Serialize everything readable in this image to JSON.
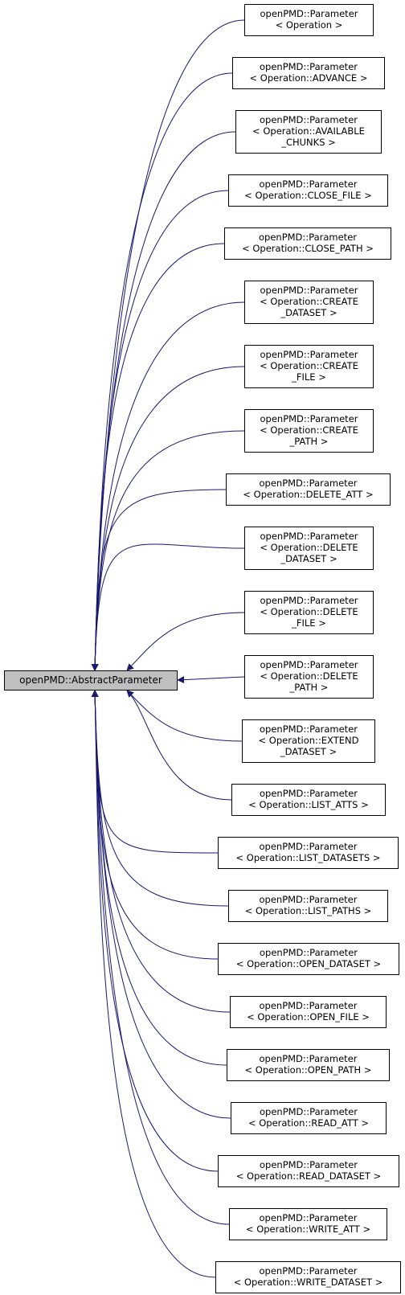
{
  "colors": {
    "edge": "#191970",
    "base_fill": "#bfbfbf",
    "node_fill": "#ffffff",
    "border": "#000000"
  },
  "base": {
    "label": "openPMD::AbstractParameter"
  },
  "children": [
    {
      "lines": [
        "openPMD::Parameter",
        "< Operation >"
      ]
    },
    {
      "lines": [
        "openPMD::Parameter",
        "< Operation::ADVANCE >"
      ]
    },
    {
      "lines": [
        "openPMD::Parameter",
        "< Operation::AVAILABLE",
        "_CHUNKS >"
      ]
    },
    {
      "lines": [
        "openPMD::Parameter",
        "< Operation::CLOSE_FILE >"
      ]
    },
    {
      "lines": [
        "openPMD::Parameter",
        "< Operation::CLOSE_PATH >"
      ]
    },
    {
      "lines": [
        "openPMD::Parameter",
        "< Operation::CREATE",
        "_DATASET >"
      ]
    },
    {
      "lines": [
        "openPMD::Parameter",
        "< Operation::CREATE",
        "_FILE >"
      ]
    },
    {
      "lines": [
        "openPMD::Parameter",
        "< Operation::CREATE",
        "_PATH >"
      ]
    },
    {
      "lines": [
        "openPMD::Parameter",
        "< Operation::DELETE_ATT >"
      ]
    },
    {
      "lines": [
        "openPMD::Parameter",
        "< Operation::DELETE",
        "_DATASET >"
      ]
    },
    {
      "lines": [
        "openPMD::Parameter",
        "< Operation::DELETE",
        "_FILE >"
      ]
    },
    {
      "lines": [
        "openPMD::Parameter",
        "< Operation::DELETE",
        "_PATH >"
      ]
    },
    {
      "lines": [
        "openPMD::Parameter",
        "< Operation::EXTEND",
        "_DATASET >"
      ]
    },
    {
      "lines": [
        "openPMD::Parameter",
        "< Operation::LIST_ATTS >"
      ]
    },
    {
      "lines": [
        "openPMD::Parameter",
        "< Operation::LIST_DATASETS >"
      ]
    },
    {
      "lines": [
        "openPMD::Parameter",
        "< Operation::LIST_PATHS >"
      ]
    },
    {
      "lines": [
        "openPMD::Parameter",
        "< Operation::OPEN_DATASET >"
      ]
    },
    {
      "lines": [
        "openPMD::Parameter",
        "< Operation::OPEN_FILE >"
      ]
    },
    {
      "lines": [
        "openPMD::Parameter",
        "< Operation::OPEN_PATH >"
      ]
    },
    {
      "lines": [
        "openPMD::Parameter",
        "< Operation::READ_ATT >"
      ]
    },
    {
      "lines": [
        "openPMD::Parameter",
        "< Operation::READ_DATASET >"
      ]
    },
    {
      "lines": [
        "openPMD::Parameter",
        "< Operation::WRITE_ATT >"
      ]
    },
    {
      "lines": [
        "openPMD::Parameter",
        "< Operation::WRITE_DATASET >"
      ]
    }
  ]
}
